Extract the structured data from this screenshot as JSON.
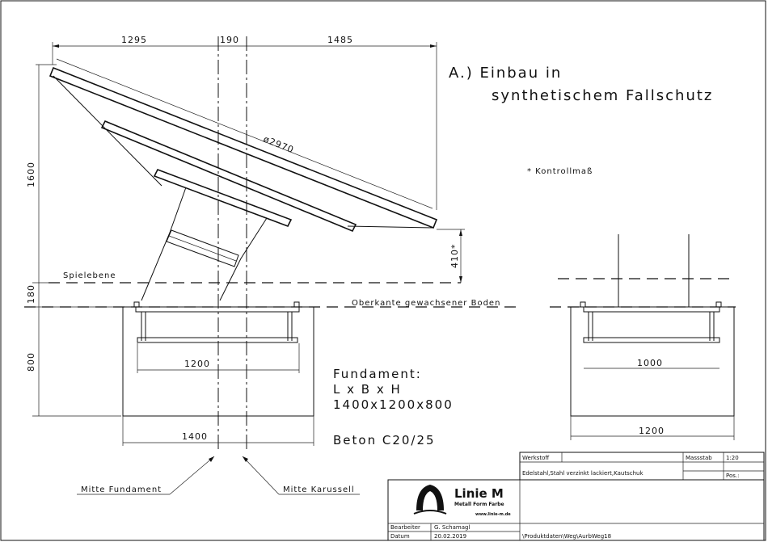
{
  "title": {
    "line1": "A.) Einbau in",
    "line2": "synthetischem Fallschutz"
  },
  "note": "* Kontrollmaß",
  "dimensions": {
    "top_left": "1295",
    "top_mid": "190",
    "top_right": "1485",
    "height_1600": "1600",
    "height_180": "180",
    "height_800": "800",
    "diameter": "ø2970",
    "check_410": "410*",
    "fund_width_inner": "1200",
    "fund_width_outer": "1400",
    "side_inner": "1000",
    "side_outer": "1200"
  },
  "labels": {
    "spielebene": "Spielebene",
    "oberkante": "Oberkante gewachsener Boden",
    "fundament_title": "Fundament:",
    "fundament_lbh": "L x B x H",
    "fundament_size": "1400x1200x800",
    "beton": "Beton C20/25",
    "mitte_fundament": "Mitte Fundament",
    "mitte_karussell": "Mitte Karussell"
  },
  "titleblock": {
    "werkstoff_label": "Werkstoff",
    "werkstoff_value": "Edelstahl,Stahl verzinkt lackiert,Kautschuk",
    "massstab_label": "Massstab",
    "massstab_value": "1:20",
    "pos_label": "Pos.:",
    "brand": "Linie M",
    "brand_sub": "Metall Form Farbe",
    "brand_url": "www.linie-m.de",
    "bearbeiter_label": "Bearbeiter",
    "bearbeiter_value": "G. Schamagl",
    "datum_label": "Datum",
    "datum_value": "20.02.2019",
    "path": "\\Produktdaten\\Weg\\AurbWeg18"
  }
}
